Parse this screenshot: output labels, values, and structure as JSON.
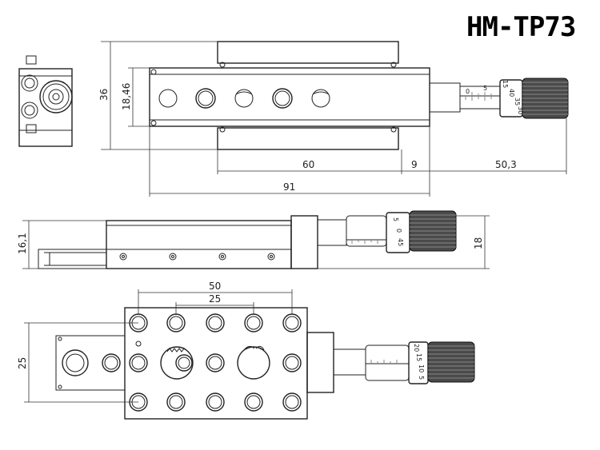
{
  "title": "HM-TP73",
  "dimensions": {
    "height_36": "36",
    "width_18_46": "18,46",
    "travel_60": "60",
    "gap_9": "9",
    "micrometer_50_3": "50,3",
    "length_91": "91",
    "side_height_16_1": "16,1",
    "side_height_18": "18",
    "hole_pitch_50": "50",
    "hole_pitch_25": "25",
    "width_25": "25"
  },
  "scales": {
    "top_view": [
      "15",
      "40",
      "35",
      "30"
    ],
    "side_view": [
      "5",
      "0",
      "45"
    ],
    "bottom_view": [
      "20",
      "15",
      "10",
      "5"
    ]
  },
  "thimble_marks": {
    "top_view": [
      "0",
      "5"
    ]
  }
}
